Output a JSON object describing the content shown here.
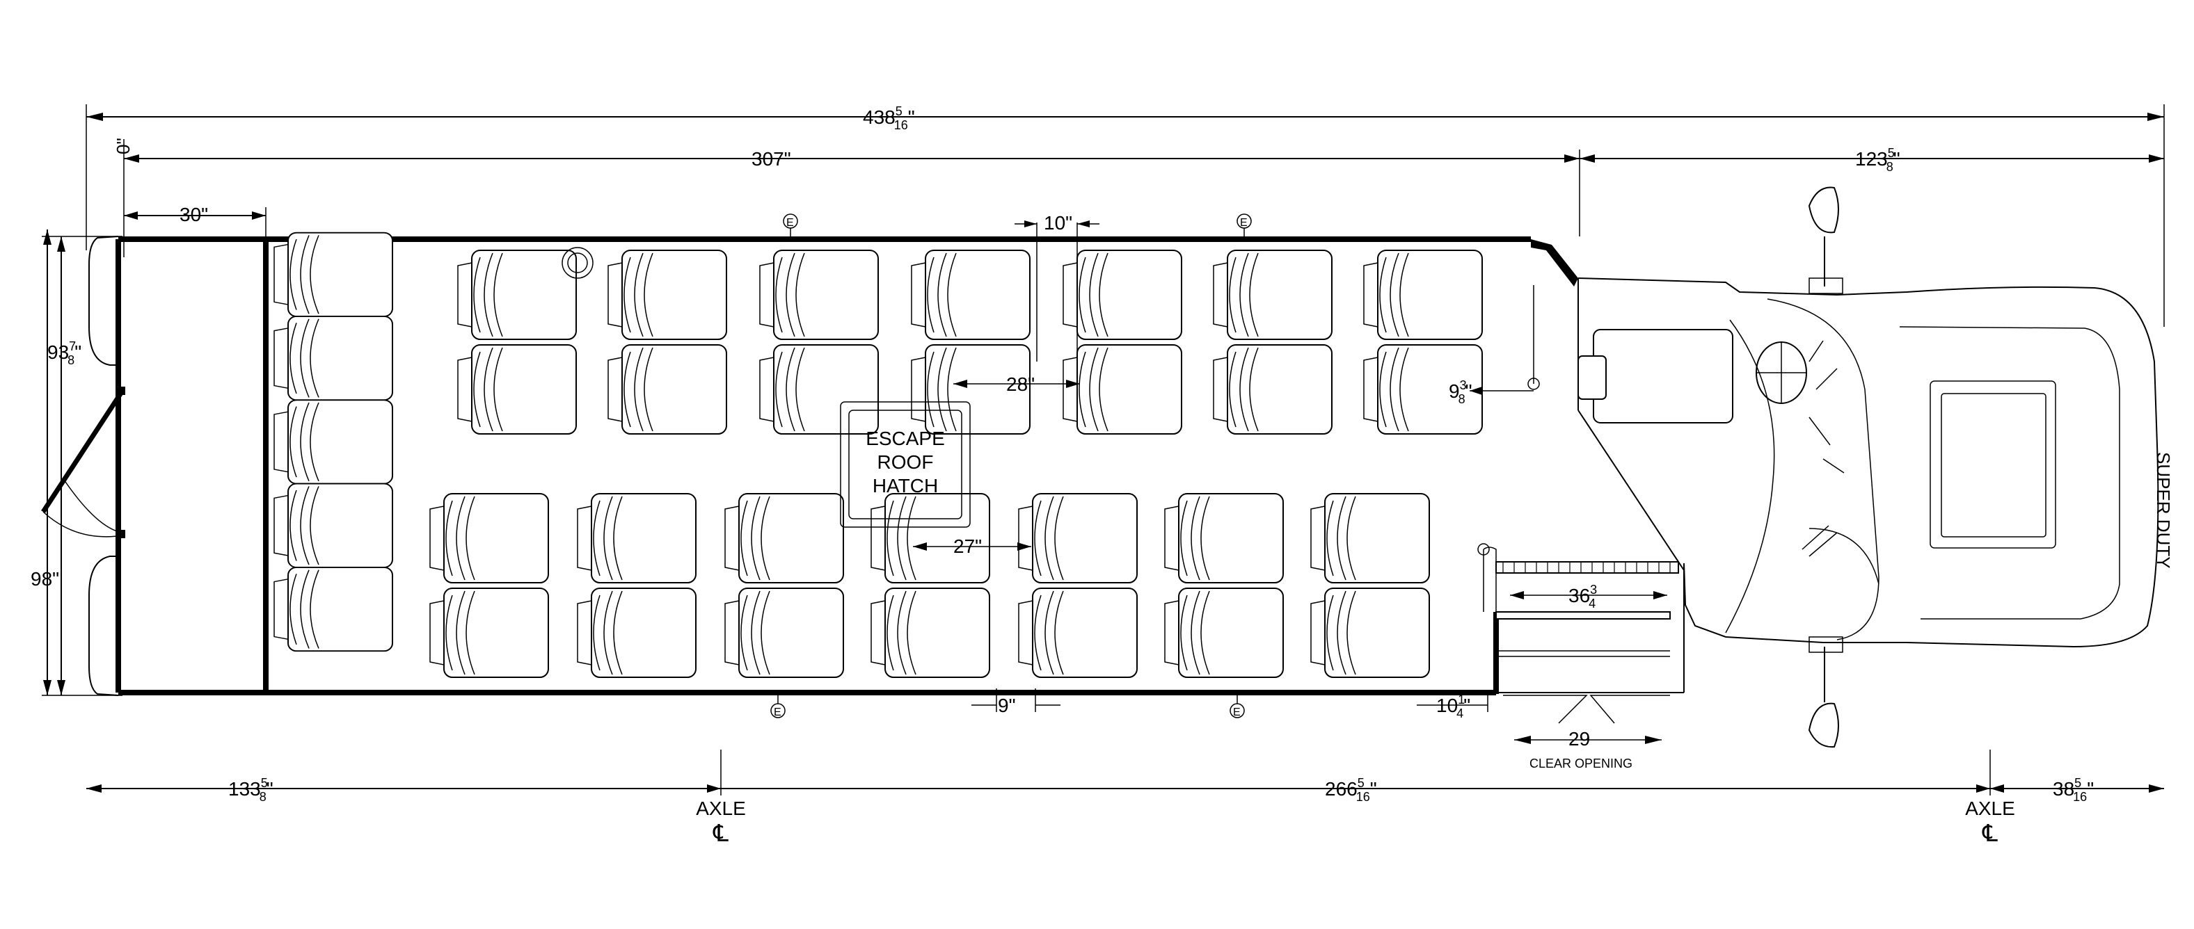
{
  "dimensions": {
    "overall_length": {
      "main": "438",
      "num": "5",
      "den": "16",
      "tail": "\""
    },
    "origin": "0\"",
    "body_length": "307\"",
    "front_length": {
      "main": "123",
      "num": "5",
      "den": "8",
      "tail": "\""
    },
    "rear_offset": "30\"",
    "width_outer": {
      "main": "93",
      "num": "7",
      "den": "8",
      "tail": "\""
    },
    "width_mirror": "98\"",
    "aisle_gap_top": "10\"",
    "seat_pitch_top": "28\"",
    "entry_clear_top": {
      "main": "9",
      "num": "3",
      "den": "8",
      "tail": "\""
    },
    "seat_pitch_bottom": "27\"",
    "step_width": {
      "main": "36",
      "num": "3",
      "den": "4",
      "tail": ""
    },
    "gap_bottom_a": "9\"",
    "gap_bottom_b": {
      "main": "10",
      "num": "1",
      "den": "4",
      "tail": "\""
    },
    "door_opening": "29",
    "rear_overhang": {
      "main": "133",
      "num": "5",
      "den": "8",
      "tail": "\""
    },
    "wheelbase": {
      "main": "266",
      "num": "5",
      "den": "16",
      "tail": "\""
    },
    "front_overhang": {
      "main": "38",
      "num": "5",
      "den": "16",
      "tail": "\""
    }
  },
  "labels": {
    "hatch_line1": "ESCAPE",
    "hatch_line2": "ROOF",
    "hatch_line3": "HATCH",
    "clear_opening": "CLEAR OPENING",
    "axle_rear": "AXLE",
    "axle_front": "AXLE",
    "centerline_symbol": "℄",
    "emergency_marker": "E",
    "hood_text": "SUPER DUTY"
  },
  "seating": {
    "rear_bench_seats": 5,
    "top_row_pairs": 7,
    "bottom_row_pairs": 7,
    "driver_seat": 1
  }
}
